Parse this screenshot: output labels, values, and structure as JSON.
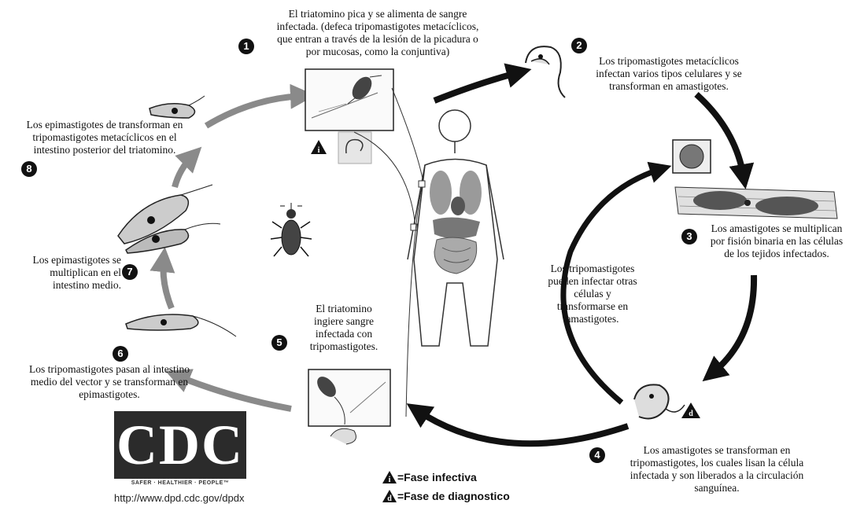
{
  "steps": [
    {
      "num": "1",
      "text": "El triatomino pica y se alimenta de sangre\ninfectada. (defeca tripomastigotes metacíclicos,\nque entran a través de la lesión de la picadura o\npor mucosas, como la conjuntiva)"
    },
    {
      "num": "2",
      "text": "Los tripomastigotes metacíclicos\ninfectan varios tipos celulares y se\ntransforman en amastigotes."
    },
    {
      "num": "3",
      "text": "Los amastigotes se multiplican\npor fisión binaria en las células\nde los tejidos infectados."
    },
    {
      "num": "4",
      "text": "Los amastigotes se transforman en\ntripomastigotes, los cuales lisan la célula\ninfectada y son liberados a la circulación\nsanguínea."
    },
    {
      "num": "5",
      "text": "El triatomino\ningiere sangre\ninfectada con\ntripomastigotes."
    },
    {
      "num": "6",
      "text": "Los tripomastigotes pasan al intestino\nmedio del vector y se transforman en\nepimastigotes."
    },
    {
      "num": "7",
      "text": "Los epimastigotes se\nmultiplican en el\nintestino medio."
    },
    {
      "num": "8",
      "text": "Los epimastigotes de transforman en\ntripomastigotes metacíclicos en el\nintestino posterior del triatomino."
    }
  ],
  "center_note": "Los tripomastigotes\npueden infectar otras\ncélulas y\ntransformarse en\namastigotes.",
  "legend": {
    "infective_symbol": "i",
    "infective_label": "=Fase infectiva",
    "diagnostic_symbol": "d",
    "diagnostic_label": "=Fase de diagnostico"
  },
  "cdc": {
    "logo_text": "CDC",
    "tagline": "SAFER · HEALTHIER · PEOPLE™",
    "url": "http://www.dpd.cdc.gov/dpdx"
  },
  "colors": {
    "human_cycle_arrow": "#111111",
    "vector_cycle_arrow": "#8a8a8a",
    "organ_gray": "#9a9a9a"
  }
}
